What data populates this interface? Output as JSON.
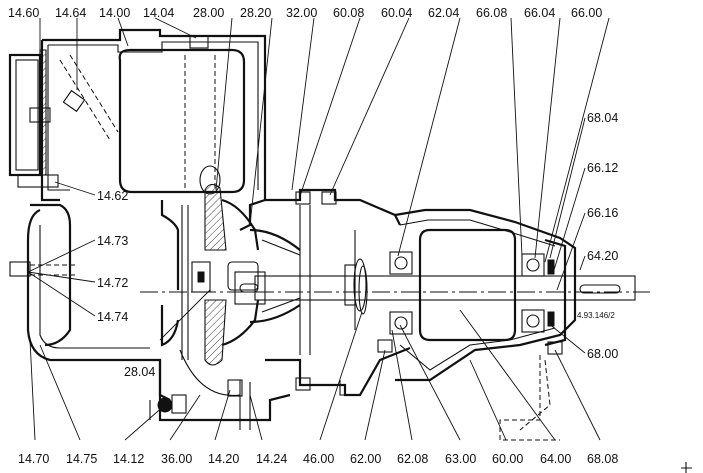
{
  "labels": {
    "top": [
      "14.60",
      "14.64",
      "14.00",
      "14.04",
      "28.00",
      "28.20",
      "32.00",
      "60.08",
      "60.04",
      "62.04",
      "66.08",
      "66.04",
      "66.00"
    ],
    "bottom": [
      "14.70",
      "14.75",
      "14.12",
      "36.00",
      "14.20",
      "14.24",
      "46.00",
      "62.00",
      "62.08",
      "63.00",
      "60.00",
      "64.00",
      "68.08"
    ],
    "left": [
      "14.62",
      "14.73",
      "14.72",
      "14.74",
      "28.04"
    ],
    "right": [
      "68.04",
      "66.12",
      "66.16",
      "64.20",
      "68.00"
    ]
  },
  "drawing_number": "4.93.146/2"
}
